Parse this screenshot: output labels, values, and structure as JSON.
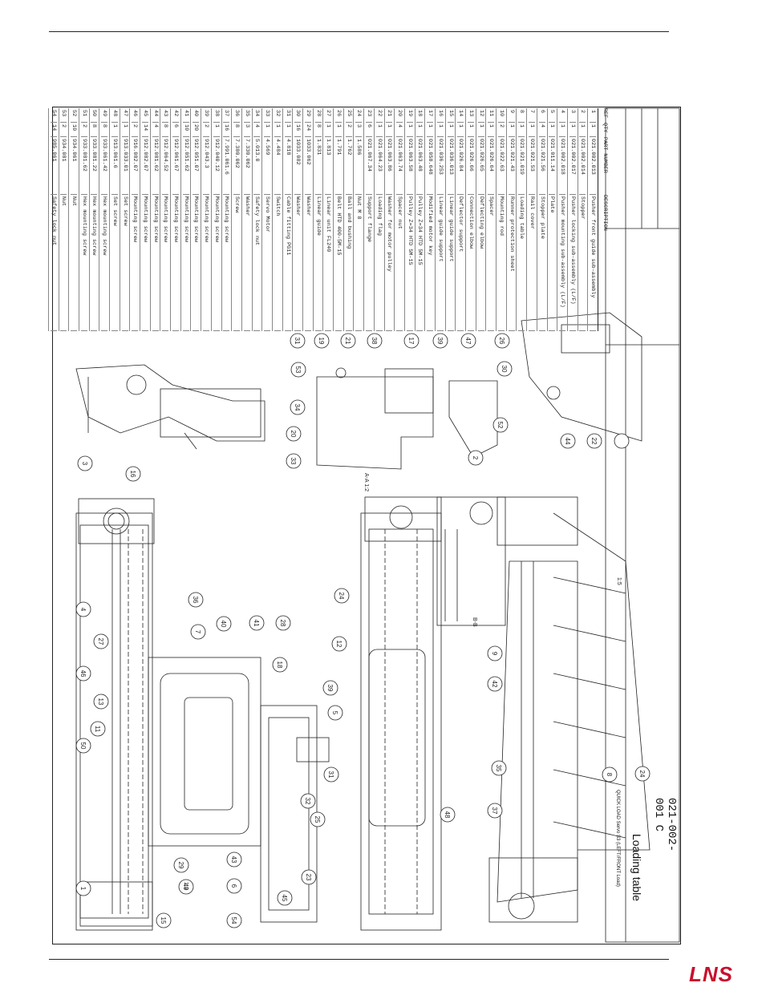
{
  "drawing": {
    "title_lines": [
      "Loading table",
      "Servo-mechanism"
    ],
    "model": "QUICK LOAD Servo S3 (LEFT/FRONT Load)",
    "subtitle": "Loading table",
    "drawing_number": "021-002-001",
    "revision": "C",
    "company": "LNS"
  },
  "bom_headers": [
    "REF",
    "QTY",
    "PART NUMBER",
    "DESCRIPTION"
  ],
  "bom": [
    [
      "1",
      "1",
      "021.002.013",
      "Pusher front guide sub-assembly"
    ],
    [
      "2",
      "1",
      "021.002.014",
      "Stopper"
    ],
    [
      "3",
      "1",
      "021.002.017",
      "Pusher locking sub-assembly (L/F)"
    ],
    [
      "4",
      "1",
      "021.002.018",
      "Pusher mounting sub-assembly (L/F)"
    ],
    [
      "5",
      "1",
      "021.011.14",
      "Plate"
    ],
    [
      "6",
      "4",
      "021.021.56",
      "Stopper plate"
    ],
    [
      "7",
      "1",
      "021.021.53",
      "Rail cover"
    ],
    [
      "8",
      "1",
      "021.021.019",
      "Loading table"
    ],
    [
      "9",
      "1",
      "021.021.43",
      "Runner protection sheet"
    ],
    [
      "10",
      "2",
      "021.022.63",
      "Mounting rod"
    ],
    [
      "11",
      "1",
      "021.026.64",
      "Spacer"
    ],
    [
      "12",
      "1",
      "021.026.65",
      "Deflecting elbow"
    ],
    [
      "13",
      "1",
      "021.026.66",
      "Connection elbow"
    ],
    [
      "14",
      "1",
      "021.026.84",
      "Deflector support"
    ],
    [
      "15",
      "1",
      "021.036.013",
      "Linear guide support"
    ],
    [
      "16",
      "1",
      "021.036.253",
      "Linear guide support"
    ],
    [
      "17",
      "1",
      "021.058.648",
      "Modified motor key"
    ],
    [
      "18",
      "1",
      "021.063.48",
      "Pulley Z=34 HTD 5M-15"
    ],
    [
      "19",
      "1",
      "021.063.58",
      "Pulley Z=34 HTD 5M-15"
    ],
    [
      "20",
      "4",
      "021.063.74",
      "Spacer nut"
    ],
    [
      "21",
      "1",
      "021.063.86",
      "Washer for motor pulley"
    ],
    [
      "22",
      "1",
      "021.064.23",
      "Loading flag"
    ],
    [
      "23",
      "6",
      "021.067.34",
      "Support flange"
    ],
    [
      "24",
      "3",
      "1.586",
      "Nut M 8"
    ],
    [
      "25",
      "2",
      "1.762",
      "Ball and bushing"
    ],
    [
      "26",
      "1",
      "1.791",
      "Belt HTD 400-5M-15"
    ],
    [
      "27",
      "1",
      "1.813",
      "Linear unit FL240"
    ],
    [
      "28",
      "8",
      "1.831",
      "Linear guide"
    ],
    [
      "29",
      "24",
      "1033.062",
      "Washer"
    ],
    [
      "30",
      "16",
      "1033.082",
      "Washer"
    ],
    [
      "31",
      "1",
      "4.818",
      "Cable fitting PG11"
    ],
    [
      "32",
      "1",
      "4.484",
      "Switch"
    ],
    [
      "33",
      "1",
      "4.569",
      "Servo Motor"
    ],
    [
      "34",
      "4",
      "5.013.0",
      "Safety lock nut"
    ],
    [
      "35",
      "3",
      "7.330.062",
      "Washer"
    ],
    [
      "36",
      "8",
      "7.380.062",
      "Screw"
    ],
    [
      "37",
      "16",
      "7.991.061.6",
      "Mounting screw"
    ],
    [
      "38",
      "1",
      "912.040.12",
      "Mounting screw"
    ],
    [
      "39",
      "2",
      "912.043.3",
      "Mounting screw"
    ],
    [
      "40",
      "20",
      "912.051.07",
      "Mounting screw"
    ],
    [
      "41",
      "10",
      "912.051.62",
      "Mounting screw"
    ],
    [
      "42",
      "6",
      "912.061.67",
      "Mounting screw"
    ],
    [
      "43",
      "8",
      "912.064.52",
      "Mounting screw"
    ],
    [
      "44",
      "4",
      "912.081.62",
      "Mounting screw"
    ],
    [
      "45",
      "14",
      "912.082.07",
      "Mounting screw"
    ],
    [
      "46",
      "2",
      "916.082.07",
      "Mounting screw"
    ],
    [
      "47",
      "1",
      "913.033.01",
      "Set screw"
    ],
    [
      "48",
      "1",
      "913.061.6",
      "Set screw"
    ],
    [
      "49",
      "8",
      "933.061.42",
      "Hex mounting screw"
    ],
    [
      "50",
      "8",
      "933.081.22",
      "Hex mounting screw"
    ],
    [
      "51",
      "2",
      "933.081.62",
      "Hex mounting screw"
    ],
    [
      "52",
      "10",
      "934.061",
      "Nut"
    ],
    [
      "53",
      "2",
      "934.081",
      "Nut"
    ],
    [
      "54",
      "14",
      "985.061",
      "Safety lock nut"
    ]
  ],
  "callouts": [
    "1",
    "15",
    "49",
    "29",
    "54",
    "6",
    "43",
    "45",
    "23",
    "25",
    "32",
    "31",
    "5",
    "39",
    "18",
    "50",
    "11",
    "13",
    "46",
    "27",
    "4",
    "36",
    "7",
    "40",
    "41",
    "28",
    "16",
    "3",
    "33",
    "20",
    "34",
    "53",
    "31",
    "19",
    "21",
    "38",
    "17",
    "39",
    "47",
    "26",
    "30",
    "52",
    "24",
    "12",
    "48",
    "2",
    "37",
    "35",
    "42",
    "9",
    "8",
    "24",
    "44",
    "22"
  ],
  "views": {
    "section_aa": "A-A 1:2",
    "section_bb": "B-B",
    "scale_iso": "1:5",
    "scale_main": "1:2"
  },
  "footer": {
    "logo": "LNS"
  },
  "colors": {
    "line": "#222222",
    "brand": "#c8102e"
  }
}
